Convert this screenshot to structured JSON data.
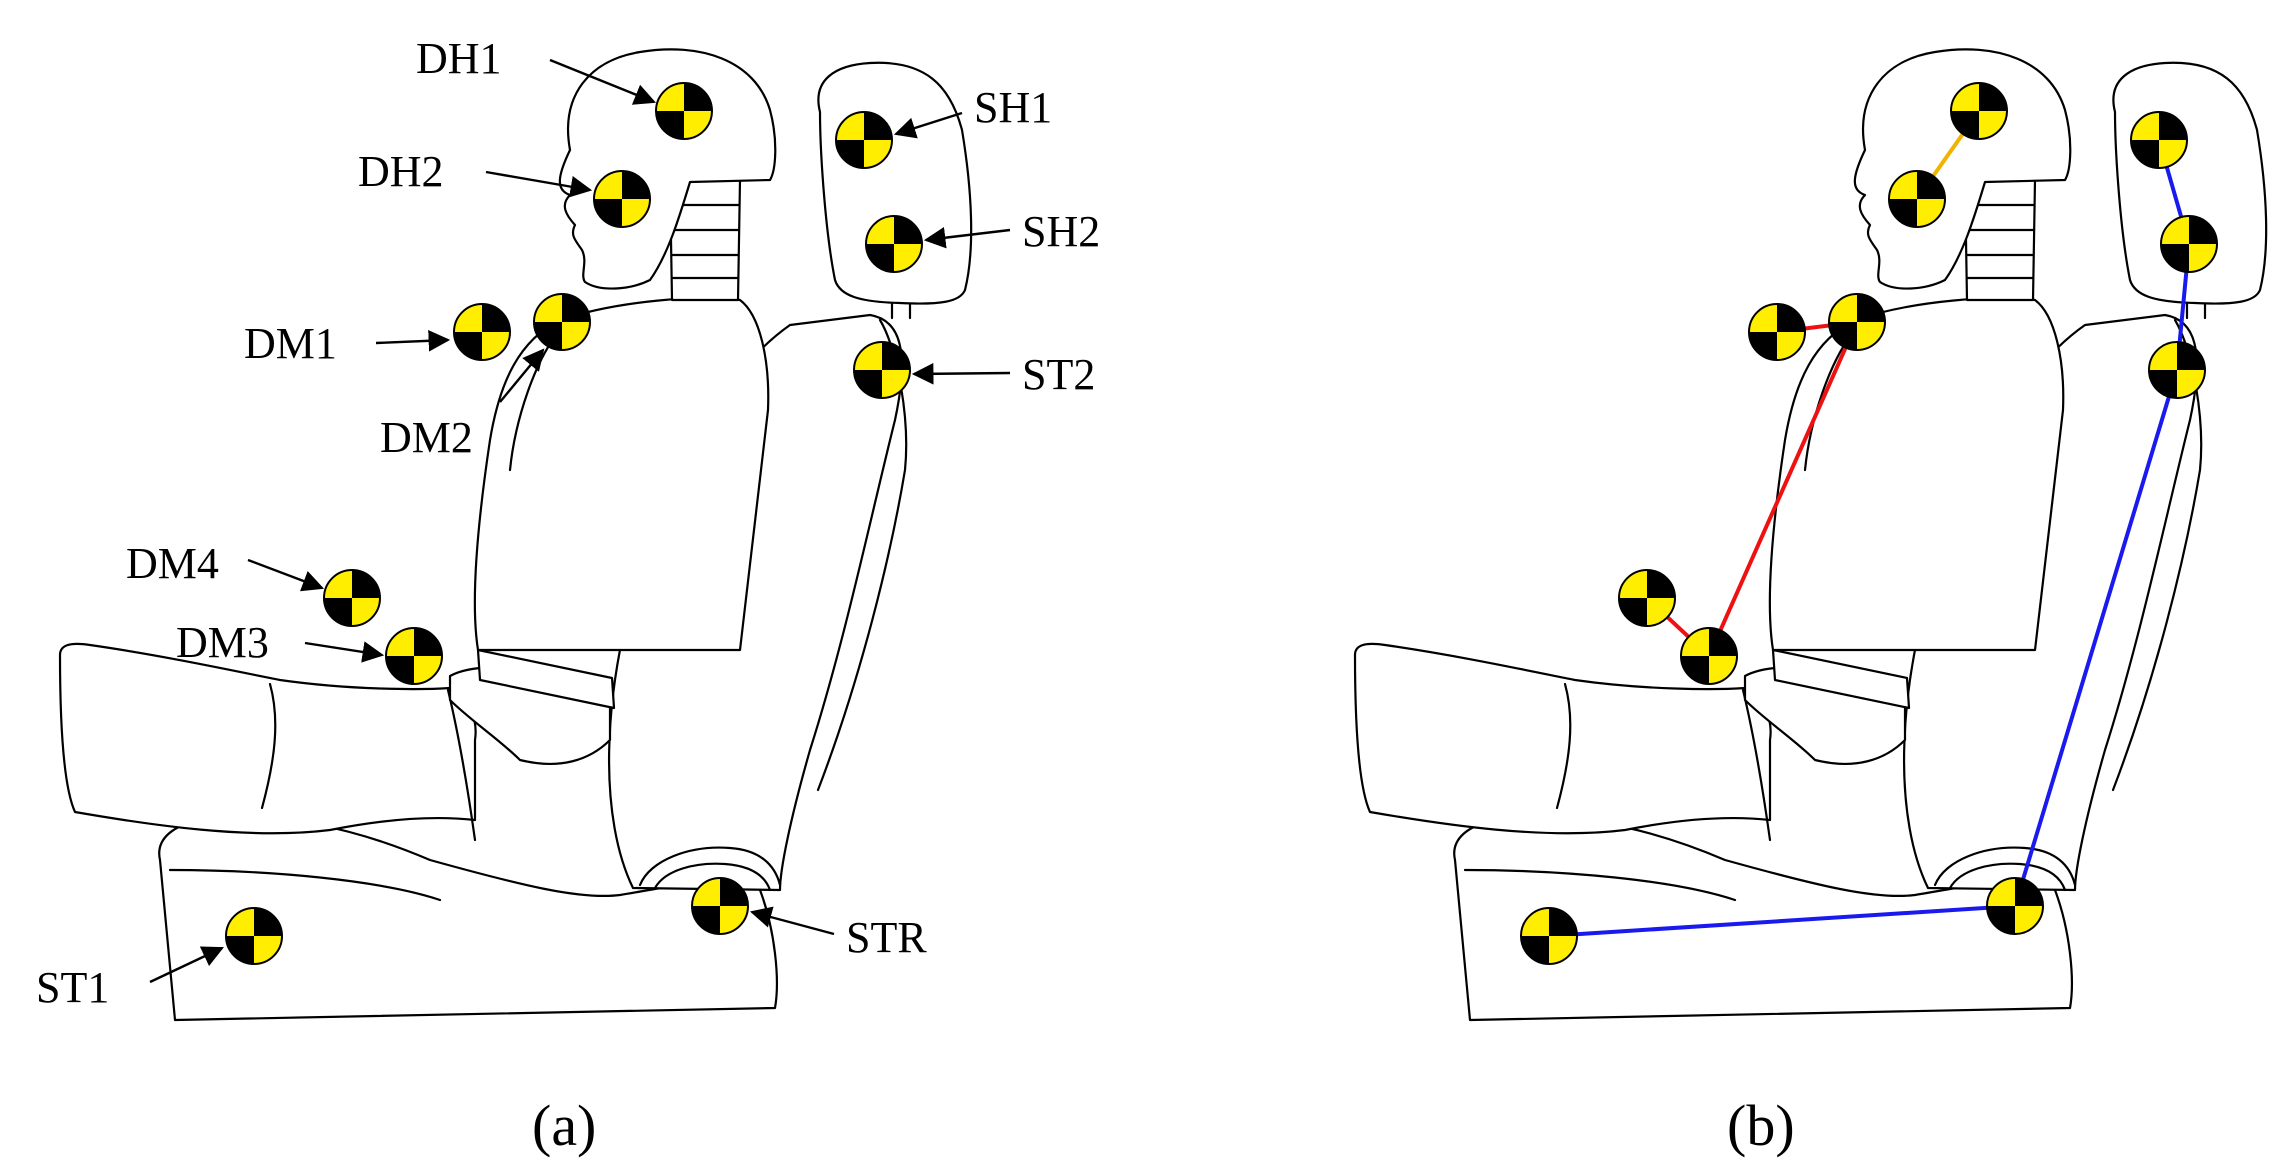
{
  "colors": {
    "target_yellow": "#ffee00",
    "target_black": "#000000",
    "dummy_head_link": "#f0b400",
    "dummy_body_link": "#ee1111",
    "seat_link": "#1a1aee"
  },
  "icons": {
    "marker": "crash-test-target-icon"
  },
  "panel_a": {
    "caption": "(a)",
    "markers": [
      {
        "id": "DH1",
        "label": "DH1"
      },
      {
        "id": "DH2",
        "label": "DH2"
      },
      {
        "id": "DM1",
        "label": "DM1"
      },
      {
        "id": "DM2",
        "label": "DM2"
      },
      {
        "id": "DM3",
        "label": "DM3"
      },
      {
        "id": "DM4",
        "label": "DM4"
      },
      {
        "id": "SH1",
        "label": "SH1"
      },
      {
        "id": "SH2",
        "label": "SH2"
      },
      {
        "id": "ST1",
        "label": "ST1"
      },
      {
        "id": "ST2",
        "label": "ST2"
      },
      {
        "id": "STR",
        "label": "STR"
      }
    ]
  },
  "panel_b": {
    "caption": "(b)",
    "links": [
      {
        "from": "DH1",
        "to": "DH2",
        "color": "dummy_head_link"
      },
      {
        "from": "DM1",
        "to": "DM2",
        "color": "dummy_body_link"
      },
      {
        "from": "DM2",
        "to": "DM3",
        "color": "dummy_body_link"
      },
      {
        "from": "DM3",
        "to": "DM4",
        "color": "dummy_body_link"
      },
      {
        "from": "SH1",
        "to": "SH2",
        "color": "seat_link"
      },
      {
        "from": "SH2",
        "to": "ST2",
        "color": "seat_link"
      },
      {
        "from": "ST2",
        "to": "STR",
        "color": "seat_link"
      },
      {
        "from": "STR",
        "to": "ST1",
        "color": "seat_link"
      }
    ]
  }
}
